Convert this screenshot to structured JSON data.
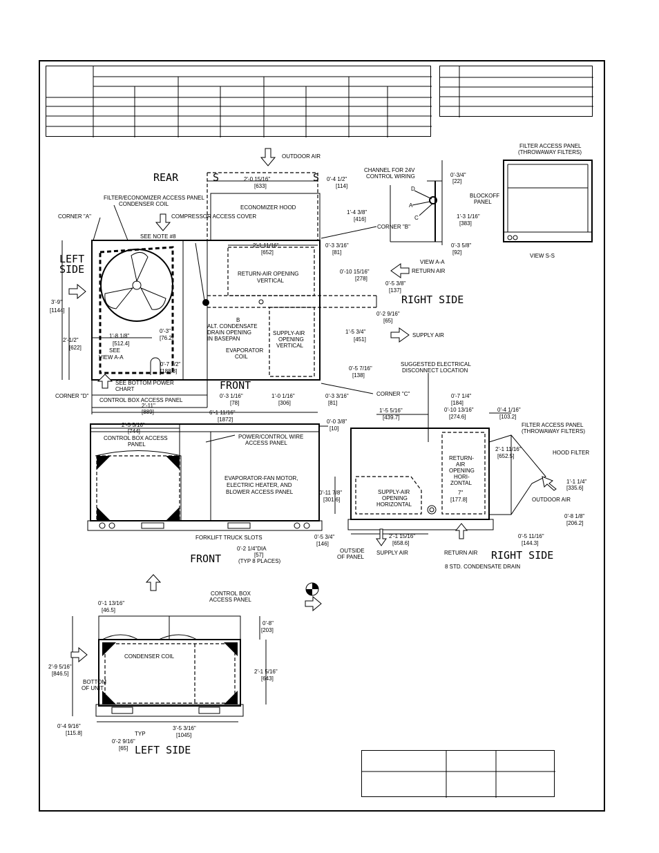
{
  "labels": {
    "outdoor_air_top": "OUTDOOR AIR",
    "rear": "REAR",
    "s_left": "S",
    "s_right": "S",
    "dim_2_0_15_16": "2'-0 15/16\"",
    "mm_633": "[633]",
    "dim_0_4_1_2": "0'-4 1/2\"",
    "mm_114": "[114]",
    "filter_econ_panel": "FILTER/ECONOMIZER ACCESS PANEL",
    "condenser_coil_top": "CONDENSER COIL",
    "corner_a": "CORNER \"A\"",
    "economizer_hood": "ECONOMIZER HOOD",
    "dim_1_4_3_8": "1'-4 3/8\"",
    "mm_416": "[416]",
    "compressor_access": "COMPRESSOR ACCESS COVER",
    "see_note_8": "SEE NOTE #8",
    "corner_b": "CORNER \"B\"",
    "dim_2_1_11_16": "2'-1 11/16\"",
    "mm_652": "[652]",
    "dim_0_3_3_16_top": "0'-3 3/16\"",
    "mm_81_top": "[81]",
    "left_side_1": "LEFT",
    "left_side_2": "SIDE",
    "return_air_vertical_1": "RETURN-AIR OPENING",
    "return_air_vertical_2": "VERTICAL",
    "dim_0_10_15_16": "0'-10 15/16\"",
    "mm_278": "[278]",
    "return_air_right": "RETURN AIR",
    "dim_0_5_3_8": "0'-5 3/8\"",
    "mm_137": "[137]",
    "right_side_top": "RIGHT SIDE",
    "dim_3_9": "3'-9\"",
    "mm_1144": "[1144]",
    "b_label": "B",
    "alt_condensate_1": "ALT. CONDENSATE",
    "alt_condensate_2": "DRAIN OPENING",
    "alt_condensate_3": "IN BASEPAN",
    "dim_0_2_9_16_right": "0'-2 9/16\"",
    "mm_65_right": "[65]",
    "dim_1_8_1_8": "1'-8 1/8\"",
    "mm_512": "[512.4]",
    "dim_0_3": "0'-3\"",
    "mm_76": "[76.2]",
    "dim_2_1_2": "2'-1/2\"",
    "mm_622": "[622]",
    "supply_vertical_1": "SUPPLY-AIR",
    "supply_vertical_2": "OPENING",
    "supply_vertical_3": "VERTICAL",
    "dim_1_5_3_4": "1'-5 3/4\"",
    "mm_451": "[451]",
    "supply_air_right": "SUPPLY AIR",
    "evap_coil_1": "EVAPORATOR",
    "evap_coil_2": "COIL",
    "see_view_1": "SEE",
    "see_view_2": "VIEW A-A",
    "dim_0_7_1_2": "0'-7 1/2\"",
    "mm_188": "[188.8]",
    "dim_0_5_7_16": "0'-5 7/16\"",
    "mm_138": "[138]",
    "see_bottom_power_1": "SEE BOTTOM POWER",
    "see_bottom_power_2": "CHART",
    "front_top": "FRONT",
    "corner_d": "CORNER \"D\"",
    "control_box_access_top": "CONTROL BOX ACCESS PANEL",
    "dim_0_3_1_16": "0'-3 1/16\"",
    "mm_78": "[78]",
    "dim_1_0_1_16": "1'-0 1/16\"",
    "mm_306": "[306]",
    "dim_0_3_3_16_b": "0'-3 3/16\"",
    "mm_81_b": "[81]",
    "corner_c": "CORNER \"C\"",
    "dim_2_11": "2'-11\"",
    "mm_889": "[889]",
    "dim_6_1_11_16": "6'-1 11/16\"",
    "mm_1872": "[1872]",
    "channel_24v_1": "CHANNEL FOR 24V",
    "channel_24v_2": "CONTROL WIRING",
    "dim_0_3_4": "0'-3/4\"",
    "mm_22": "[22]",
    "d_lbl": "D",
    "a_lbl": "A",
    "c_lbl": "C",
    "blockoff_1": "BLOCKOFF",
    "blockoff_2": "PANEL",
    "dim_1_3_1_16": "1'-3 1/16\"",
    "mm_383": "[383]",
    "dim_0_3_5_8": "0'-3 5/8\"",
    "mm_92": "[92]",
    "view_aa": "VIEW A-A",
    "filter_access_ss_1": "FILTER ACCESS PANEL",
    "filter_access_ss_2": "(THROWAWAY FILTERS)",
    "view_ss": "VIEW S-S",
    "suggested_elec_1": "SUGGESTED ELECTRICAL",
    "suggested_elec_2": "DISCONNECT LOCATION",
    "dim_2_5_5_16": "2'-5 5/16\"",
    "mm_744": "[744]",
    "dim_0_0_3_8": "0'-0 3/8\"",
    "mm_10": "[10]",
    "control_box_access_front_1": "CONTROL BOX ACCESS",
    "control_box_access_front_2": "PANEL",
    "power_control_1": "POWER/CONTROL WIRE",
    "power_control_2": "ACCESS PANEL",
    "evap_fan_1": "EVAPORATOR-FAN MOTOR,",
    "evap_fan_2": "ELECTRIC HEATER, AND",
    "evap_fan_3": "BLOWER ACCESS PANEL",
    "forklift": "FORKLIFT TRUCK SLOTS",
    "dim_0_5_3_4": "0'-5 3/4\"",
    "mm_146": "[146]",
    "dim_0_2_1_4": "0'-2 1/4\"DIA",
    "mm_57": "[57]",
    "typ_8": "(TYP 8 PLACES)",
    "front_bottom": "FRONT",
    "dim_1_5_5_16": "1'-5 5/16\"",
    "mm_439": "[439.7]",
    "dim_0_7_1_4": "0'-7 1/4\"",
    "mm_184": "[184]",
    "dim_0_10_13_16": "0'-10 13/16\"",
    "mm_274": "[274.6]",
    "dim_0_4_1_16": "0'-4 1/16\"",
    "mm_103": "[103.2]",
    "filter_access_right_1": "FILTER ACCESS PANEL",
    "filter_access_right_2": "(THROWAWAY FILTERS)",
    "dim_2_1_11_16_r": "2'-1 11/16\"",
    "mm_652_5": "[652.5]",
    "hood_filter": "HOOD FILTER",
    "dim_1_1_1_4": "1'-1 1/4\"",
    "mm_335": "[335.6]",
    "outdoor_air_right": "OUTDOOR AIR",
    "return_horiz_1": "RETURN-",
    "return_horiz_2": "AIR",
    "return_horiz_3": "OPENING",
    "return_horiz_4": "HORI-",
    "return_horiz_5": "ZONTAL",
    "dim_7": "7\"",
    "mm_177": "[177.8]",
    "dim_0_11_7_8": "0'-11 7/8\"",
    "mm_301": "[301.6]",
    "supply_horiz_1": "SUPPLY-AIR",
    "supply_horiz_2": "OPENING",
    "supply_horiz_3": "HORIZONTAL",
    "dim_0_8_1_8": "0'-8 1/8\"",
    "mm_206": "[206.2]",
    "dim_2_1_15_16": "2'-1 15/16\"",
    "mm_658": "[658.6]",
    "dim_0_5_11_16": "0'-5 11/16\"",
    "mm_144": "[144.3]",
    "outside_panel_1": "OUTSIDE",
    "outside_panel_2": "OF PANEL",
    "supply_air_bottom": "SUPPLY AIR",
    "return_air_bottom": "RETURN AIR",
    "right_side_bottom": "RIGHT SIDE",
    "std_condensate": "8 STD. CONDENSATE DRAIN",
    "dim_0_1_13_16": "0'-1 13/16\"",
    "mm_46": "[46.5]",
    "control_box_ls_1": "CONTROL BOX",
    "control_box_ls_2": "ACCESS PANEL",
    "dim_0_8": "0'-8\"",
    "mm_203": "[203]",
    "condenser_coil_ls": "CONDENSER COIL",
    "dim_2_9_5_16": "2'-9 5/16\"",
    "mm_846": "[846.5]",
    "bottom_unit_1": "BOTTOM",
    "bottom_unit_2": "OF UNIT",
    "dim_2_1_5_16": "2'-1 5/16\"",
    "mm_643": "[643]",
    "dim_0_4_9_16": "0'-4 9/16\"",
    "mm_115": "[115.8]",
    "typ": "TYP",
    "dim_3_5_3_16": "3'-5 3/16\"",
    "mm_1045": "[1045]",
    "dim_0_2_9_16_ls": "0'-2 9/16\"",
    "mm_65_ls": "[65]",
    "left_side_bottom": "LEFT SIDE"
  }
}
